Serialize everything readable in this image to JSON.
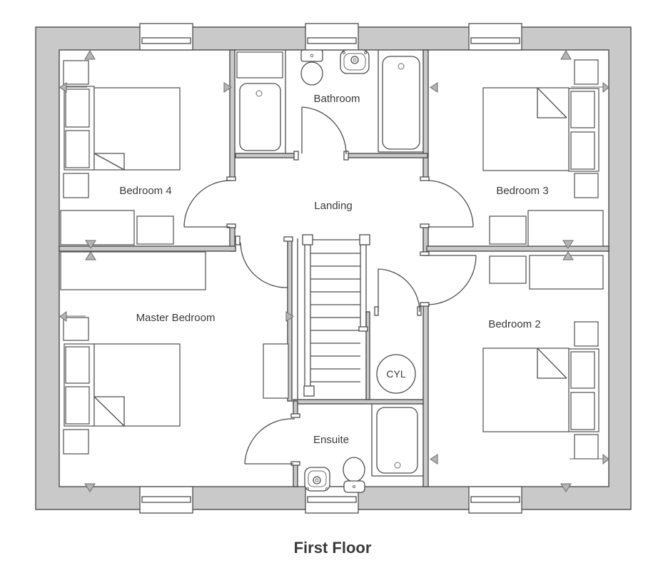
{
  "title": "First Floor",
  "rooms": {
    "bedroom4": {
      "label": "Bedroom 4"
    },
    "bathroom": {
      "label": "Bathroom"
    },
    "bedroom3": {
      "label": "Bedroom 3"
    },
    "landing": {
      "label": "Landing"
    },
    "master_bedroom": {
      "label": "Master Bedroom"
    },
    "bedroom2": {
      "label": "Bedroom 2"
    },
    "ensuite": {
      "label": "Ensuite"
    },
    "cylinder": {
      "label": "CYL"
    }
  },
  "colors": {
    "wall_fill": "#c9c9c9",
    "line": "#4d4d4d",
    "marker_fill": "#b5b5b5",
    "text": "#3a3a3a",
    "background": "#ffffff"
  }
}
